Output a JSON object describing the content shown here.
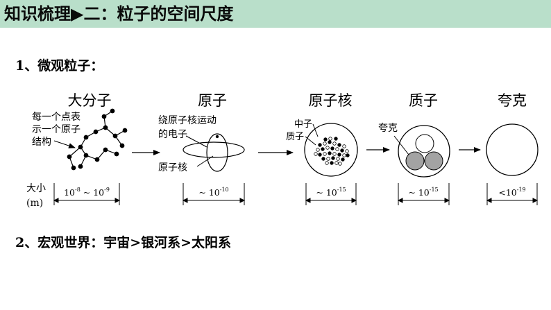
{
  "header": {
    "title": "知识梳理▶二：粒子的空间尺度",
    "background": "#b9dfca"
  },
  "sections": {
    "micro_heading": "1、微观粒子：",
    "macro_heading": "2、宏观世界：宇宙>银河系>太阳系"
  },
  "stages": {
    "molecule": {
      "title": "大分子",
      "note_lines": [
        "每一个点表",
        "示一个原子",
        "结构"
      ],
      "scale_prefix": "10",
      "scale_exp_1": "-8",
      "scale_sep": " ~ 10",
      "scale_exp_2": "-9"
    },
    "atom": {
      "title": "原子",
      "electron_label_lines": [
        "绕原子核运动",
        "的电子"
      ],
      "nucleus_label": "原子核",
      "scale_prefix": "~ 10",
      "scale_exp": "-10"
    },
    "nucleus": {
      "title": "原子核",
      "neutron_label": "中子",
      "proton_label": "质子",
      "scale_prefix": "~ 10",
      "scale_exp": "-15"
    },
    "proton": {
      "title": "质子",
      "quark_label": "夸克",
      "scale_prefix": "~ 10",
      "scale_exp": "-15"
    },
    "quark": {
      "title": "夸克",
      "scale_prefix": "<10",
      "scale_exp": "-19"
    }
  },
  "size_label": {
    "line1": "大小",
    "line2": "(m)"
  },
  "colors": {
    "quark_fill": "#a3a3a3",
    "ink": "#000000"
  }
}
